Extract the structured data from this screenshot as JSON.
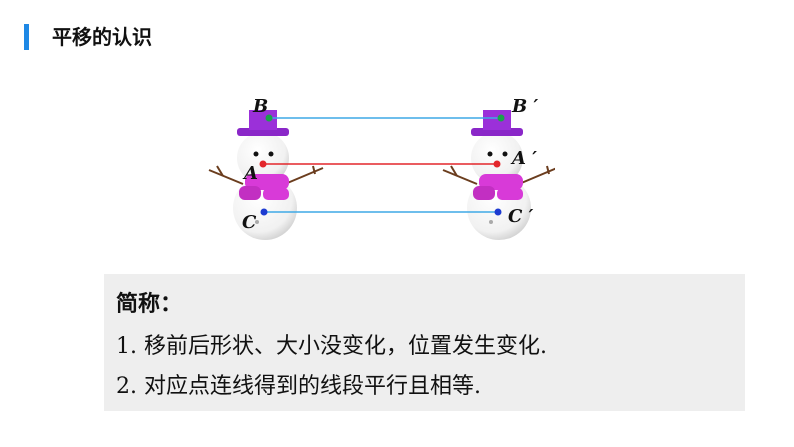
{
  "header": {
    "title": "平移的认识"
  },
  "figure": {
    "labels": {
      "B": "B",
      "A": "A",
      "C": "C",
      "B_prime": "B ′",
      "A_prime": "A ′",
      "C_prime": "C ′"
    },
    "colors": {
      "hat": "#9b30d9",
      "scarf": "#d83ad8",
      "line_blue": "#3fa9e6",
      "line_red": "#e3262b",
      "point_green": "#1aa34a",
      "point_red": "#e3262b",
      "point_blue": "#1d3bd1"
    }
  },
  "summary": {
    "heading": "简称：",
    "line1": "1. 移前后形状、大小没变化，位置发生变化.",
    "line2": "2. 对应点连线得到的线段平行且相等."
  }
}
